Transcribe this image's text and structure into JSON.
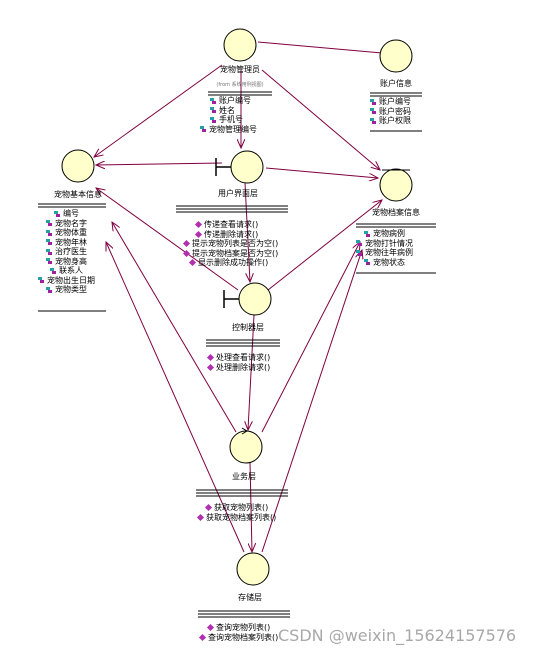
{
  "nodes": {
    "pet_admin": {
      "name": "宠物管理员",
      "from": "(from 系统用例视图)",
      "attributes": [
        "账户编号",
        "姓名",
        "手机号",
        "宠物管理编号"
      ]
    },
    "account_info": {
      "name": "账户信息",
      "attributes": [
        "账户编号",
        "账户密码",
        "账户权限"
      ]
    },
    "pet_basic": {
      "name": "宠物基本信息",
      "attributes": [
        "编号",
        "宠物名字",
        "宠物体重",
        "宠物年林",
        "治疗医生",
        "宠物身高",
        "联系人",
        "宠物出生日期",
        "宠物类型"
      ]
    },
    "ui_layer": {
      "name": "用户界面层",
      "operations": [
        "传递查看请求()",
        "传递删除请求()",
        "提示宠物列表是否为空()",
        "提示宠物档案是否为空()",
        "显示删除成功操作()"
      ]
    },
    "pet_archive": {
      "name": "宠物档案信息",
      "attributes": [
        "宠物病例",
        "宠物打针情况",
        "宠物往年病例",
        "宠物状态"
      ]
    },
    "controller": {
      "name": "控制器层",
      "operations": [
        "处理查看请求()",
        "处理删除请求()"
      ]
    },
    "business": {
      "name": "业务层",
      "operations": [
        "获取宠物列表()",
        "获取宠物档案列表()"
      ]
    },
    "storage": {
      "name": "存储层",
      "operations": [
        "查询宠物列表()",
        "查询宠物档案列表()"
      ]
    }
  },
  "watermark": "CSDN @weixin_15624157576",
  "colors": {
    "circle_fill": "#ffffcc",
    "line": "#800040",
    "stroke": "#000000"
  }
}
